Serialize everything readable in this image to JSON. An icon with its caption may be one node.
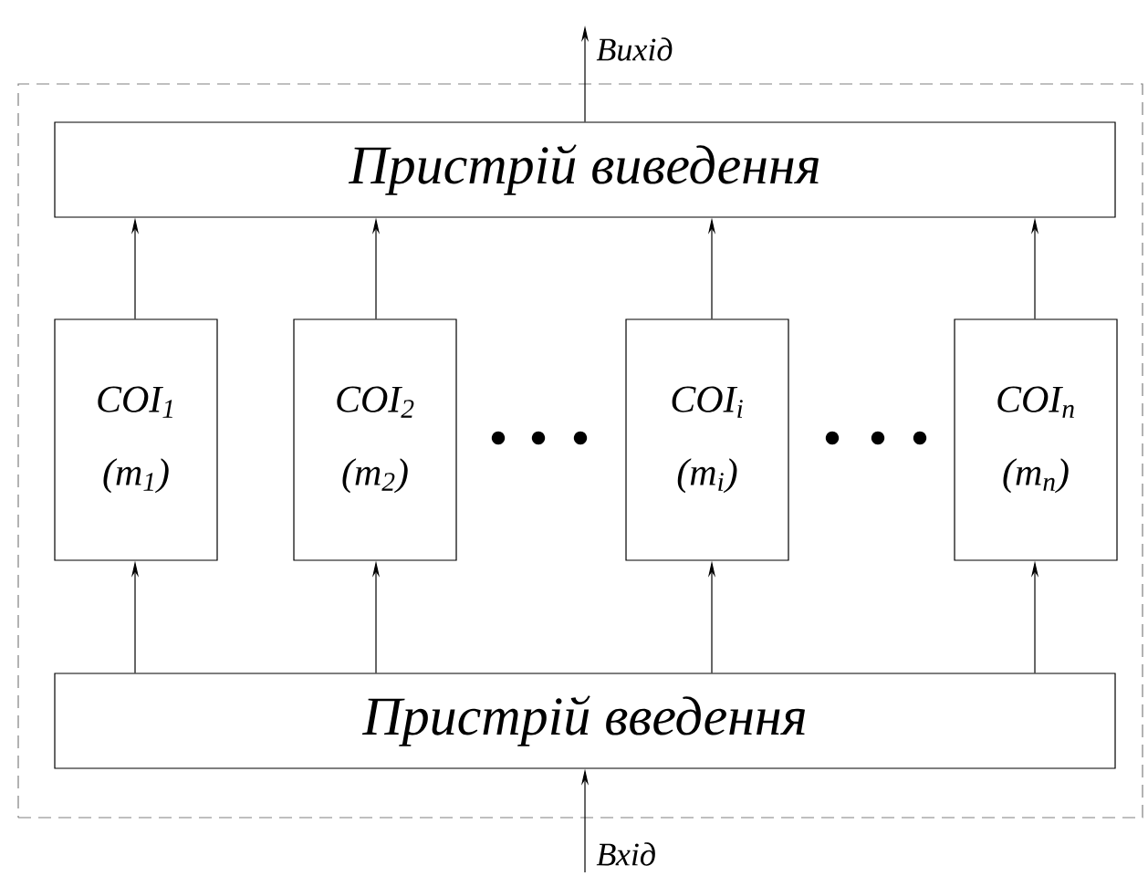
{
  "diagram": {
    "nodes": [
      {
        "text": [],
        "shape": "box"
      },
      {
        "text": [
          "Пристрій виведення"
        ],
        "in": 0
      },
      {
        "text": [
          "COI$_{1}$",
          "(m$_{1}$)"
        ],
        "in": 0
      },
      {
        "text": [
          "COI$_{2}$",
          "(m$_{2}$)"
        ],
        "in": 0
      },
      {
        "text": [
          "COI$_{i}$",
          "(m$_{i}$)"
        ],
        "in": 0
      },
      {
        "text": [
          "COI$_{n}$",
          "(m$_{n}$)"
        ],
        "in": 0
      },
      {
        "text": [
          "Пристрій введення"
        ],
        "in": 0
      }
    ],
    "edges": [
      {
        "from": null,
        "to": 6,
        "arrow": "to",
        "label": "Вхід"
      },
      {
        "from": 6,
        "to": 2,
        "arrow": "to"
      },
      {
        "from": 6,
        "to": 3,
        "arrow": "to"
      },
      {
        "from": 6,
        "to": 4,
        "arrow": "to"
      },
      {
        "from": 6,
        "to": 5,
        "arrow": "to"
      },
      {
        "from": 2,
        "to": 1,
        "arrow": "to"
      },
      {
        "from": 3,
        "to": 1,
        "arrow": "to"
      },
      {
        "from": 4,
        "to": 1,
        "arrow": "to"
      },
      {
        "from": 5,
        "to": 1,
        "arrow": "to"
      },
      {
        "from": 1,
        "to": null,
        "arrow": "to",
        "label": "Вихід"
      }
    ]
  }
}
